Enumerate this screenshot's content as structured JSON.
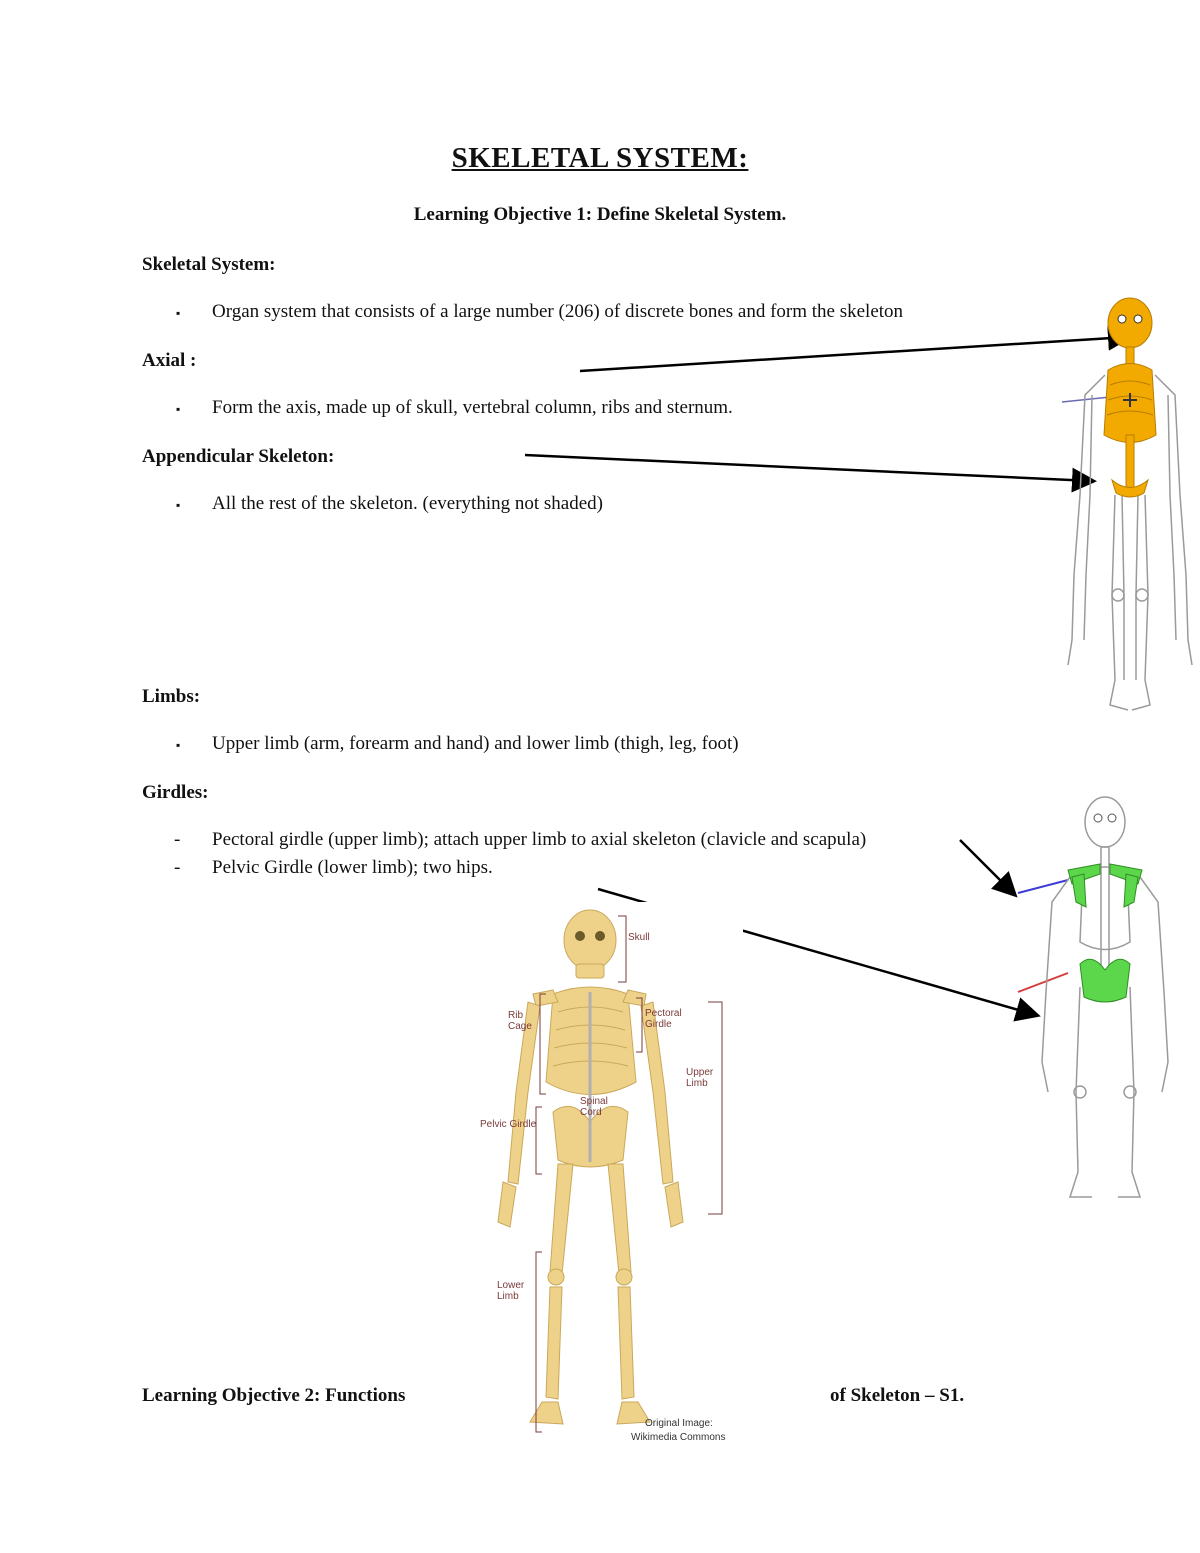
{
  "title": "SKELETAL SYSTEM:",
  "objective1": "Learning Objective 1: Define Skeletal System.",
  "sections": {
    "skeletal_system": {
      "heading": "Skeletal System:",
      "bullet": "Organ system that consists of a large number (206) of discrete bones and form the skeleton"
    },
    "axial": {
      "heading": "Axial :",
      "bullet": "Form the axis, made up of skull, vertebral column, ribs and sternum."
    },
    "appendicular": {
      "heading": "Appendicular Skeleton:",
      "bullet": "All the rest of the skeleton. (everything not shaded)"
    },
    "limbs": {
      "heading": "Limbs:",
      "bullet": "Upper limb (arm, forearm and hand) and lower limb (thigh, leg, foot)"
    },
    "girdles": {
      "heading": "Girdles:",
      "items": [
        "Pectoral girdle (upper limb); attach upper limb to axial skeleton (clavicle and scapula)",
        "Pelvic Girdle (lower limb); two hips."
      ]
    }
  },
  "objective2_left": "Learning Objective 2: Functions",
  "objective2_right": "of Skeleton – S1.",
  "bullet_symbol": "▪",
  "dash_symbol": "-",
  "figure_labels": {
    "skull": "Skull",
    "rib_cage": "Rib Cage",
    "pectoral_girdle": "Pectoral Girdle",
    "upper_limb": "Upper Limb",
    "spinal_cord": "Spinal Cord",
    "pelvic_girdle": "Pelvic Girdle",
    "lower_limb": "Lower Limb",
    "credit_line1": "Original Image:",
    "credit_line2": "Wikimedia Commons"
  },
  "colors": {
    "axial_highlight": "#f2a900",
    "girdle_highlight": "#5cd64a",
    "bone": "#efd28a",
    "outline": "#9a9a9a"
  }
}
